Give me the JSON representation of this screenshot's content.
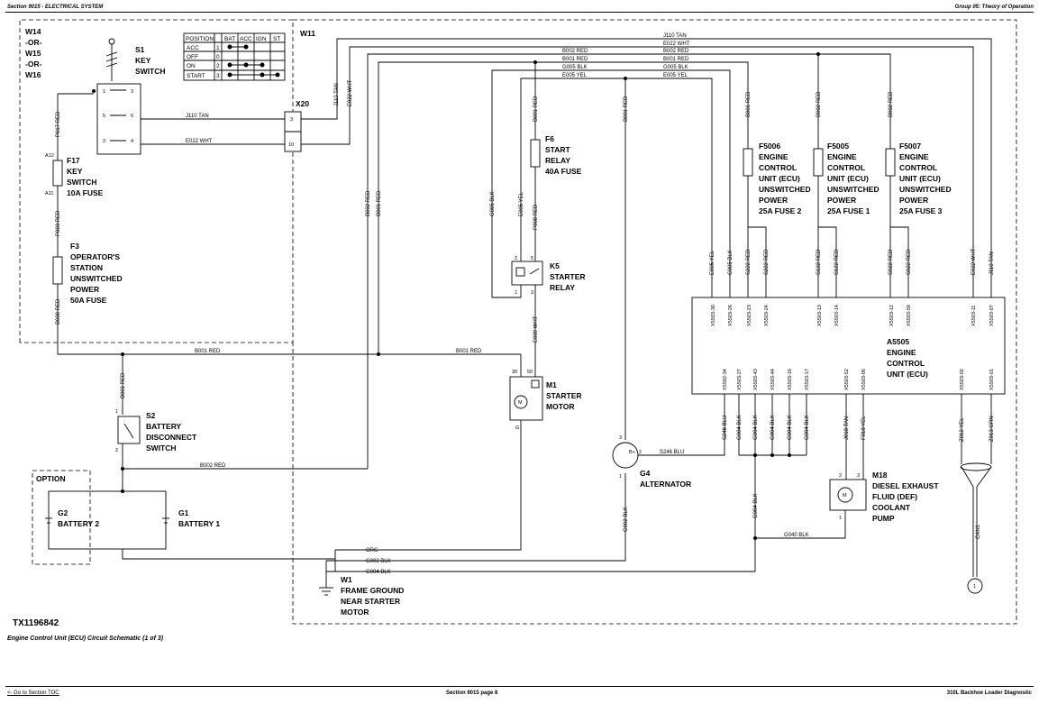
{
  "header": {
    "left": "Section 9015 - ELECTRICAL SYSTEM",
    "right": "Group 05: Theory of Operation"
  },
  "figure": {
    "id": "TX1196842",
    "caption": "Engine Control Unit (ECU) Circuit Schematic (1 of 3)"
  },
  "footer": {
    "link": "<- Go to Section TOC",
    "center": "Section 9015 page 8",
    "right": "310L Backhoe Loader Diagnostic"
  },
  "harness": {
    "w11": "W11",
    "w14": "W14",
    "or": "-OR-",
    "w15": "W15",
    "w16": "W16",
    "option": "OPTION"
  },
  "position_table": {
    "headers": [
      "POSITION",
      "BAT",
      "ACC",
      "IGN",
      "ST"
    ],
    "rows": [
      {
        "label": "ACC",
        "num": "1"
      },
      {
        "label": "OFF",
        "num": "0"
      },
      {
        "label": "ON",
        "num": "2"
      },
      {
        "label": "START",
        "num": "3"
      }
    ]
  },
  "components": {
    "s1": [
      "S1",
      "KEY",
      "SWITCH"
    ],
    "f17": [
      "F17",
      "KEY",
      "SWITCH",
      "10A FUSE"
    ],
    "f3": [
      "F3",
      "OPERATOR'S",
      "STATION",
      "UNSWITCHED",
      "POWER",
      "50A FUSE"
    ],
    "x20": "X20",
    "f6": [
      "F6",
      "START",
      "RELAY",
      "40A FUSE"
    ],
    "k5": [
      "K5",
      "STARTER",
      "RELAY"
    ],
    "m1": [
      "M1",
      "STARTER",
      "MOTOR"
    ],
    "s2": [
      "S2",
      "BATTERY",
      "DISCONNECT",
      "SWITCH"
    ],
    "g2": [
      "G2",
      "BATTERY 2"
    ],
    "g1": [
      "G1",
      "BATTERY 1"
    ],
    "w1": [
      "W1",
      "FRAME GROUND",
      "NEAR STARTER",
      "MOTOR"
    ],
    "g4": [
      "G4",
      "ALTERNATOR"
    ],
    "f5006": [
      "F5006",
      "ENGINE",
      "CONTROL",
      "UNIT (ECU)",
      "UNSWITCHED",
      "POWER",
      "25A FUSE 2"
    ],
    "f5005": [
      "F5005",
      "ENGINE",
      "CONTROL",
      "UNIT (ECU)",
      "UNSWITCHED",
      "POWER",
      "25A FUSE 1"
    ],
    "f5007": [
      "F5007",
      "ENGINE",
      "CONTROL",
      "UNIT (ECU)",
      "UNSWITCHED",
      "POWER",
      "25A FUSE 3"
    ],
    "a5505": [
      "A5505",
      "ENGINE",
      "CONTROL",
      "UNIT (ECU)"
    ],
    "m18": [
      "M18",
      "DIESEL EXHAUST",
      "FLUID (DEF)",
      "COOLANT",
      "PUMP"
    ],
    "can": "CAN1",
    "can_ref": "1"
  },
  "pins": {
    "s1": [
      "1",
      "3",
      "4",
      "5",
      "6",
      "2"
    ],
    "x20": [
      "3",
      "10"
    ],
    "f17": [
      "A12",
      "A11"
    ],
    "k5": [
      "2",
      "5",
      "1",
      "3"
    ],
    "m1": [
      "30",
      "50",
      "G"
    ],
    "s2": [
      "1",
      "2"
    ],
    "g4": [
      "3",
      "1",
      "2"
    ],
    "m18": [
      "2",
      "3",
      "1"
    ],
    "m1_symbol": "M",
    "m18_symbol": "M",
    "g4_b": "B+"
  },
  "ecu_pins_top": [
    "X5503-30",
    "X5503-26",
    "X5503-23",
    "X5503-24",
    "X5503-13",
    "X5503-14",
    "X5503-12",
    "X5503-50",
    "X5503-11",
    "X5503-07"
  ],
  "ecu_pins_bottom": [
    "X5502-34",
    "X5503-27",
    "X5503-43",
    "X5503-44",
    "X5503-16",
    "X5503-17",
    "X5503-52",
    "X5503-06",
    "X5503-02",
    "X5503-01"
  ],
  "wires": {
    "j110_tan": "J110 TAN",
    "e022_wht": "E022 WHT",
    "b002_red": "B002 RED",
    "b001_red": "B001 RED",
    "g005_blk": "G005 BLK",
    "e005_yel": "E005 YEL",
    "p017_red": "P017 RED",
    "p003_red": "P003 RED",
    "b000_red": "B000 RED",
    "p008_red": "P008 RED",
    "e009_wht": "E009 WHT",
    "s222_red": "S222 RED",
    "s122_red": "S122 RED",
    "s022_red": "S022 RED",
    "s246_blu": "S246 BLU",
    "g004_blk": "G004 BLK",
    "j018_tan": "J018 TAN",
    "f018_yel": "F018 YEL",
    "z012_yel": "Z012 YEL",
    "z013_grn": "Z013 GRN",
    "g040_blk": "G040 BLK",
    "g002_blk": "G002 BLK",
    "org": "ORG"
  }
}
